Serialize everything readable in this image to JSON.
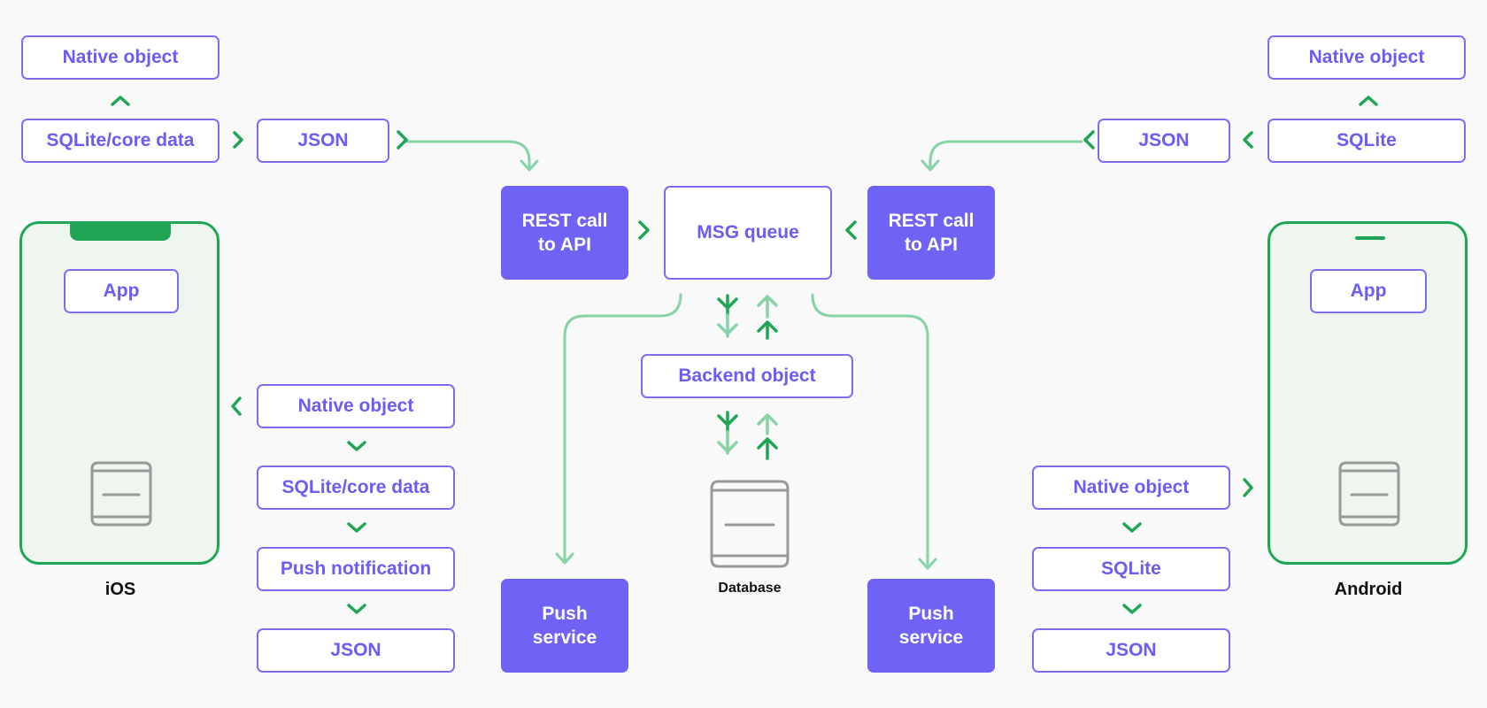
{
  "ios": {
    "native_object_top": "Native object",
    "sqlite_core_data_top": "SQLite/core data",
    "json_top": "JSON",
    "app": "App",
    "platform_label": "iOS",
    "native_object_bottom": "Native object",
    "sqlite_core_data_bottom": "SQLite/core data",
    "push_notification": "Push notification",
    "json_bottom": "JSON"
  },
  "android": {
    "native_object_top": "Native object",
    "sqlite_top": "SQLite",
    "json_top": "JSON",
    "app": "App",
    "platform_label": "Android",
    "native_object_bottom": "Native object",
    "sqlite_bottom": "SQLite",
    "json_bottom": "JSON"
  },
  "backend": {
    "rest_call_left": "REST call\nto API",
    "rest_call_right": "REST call\nto API",
    "msg_queue": "MSG queue",
    "backend_object": "Backend object",
    "database_label": "Database",
    "push_service_left": "Push\nservice",
    "push_service_right": "Push\nservice"
  },
  "colors": {
    "accent_purple": "#7062f5",
    "text_purple": "#6a5cf4",
    "arrow_green": "#1fa654",
    "connector_light_green": "#86d3a6",
    "background": "#f9f9f9"
  }
}
